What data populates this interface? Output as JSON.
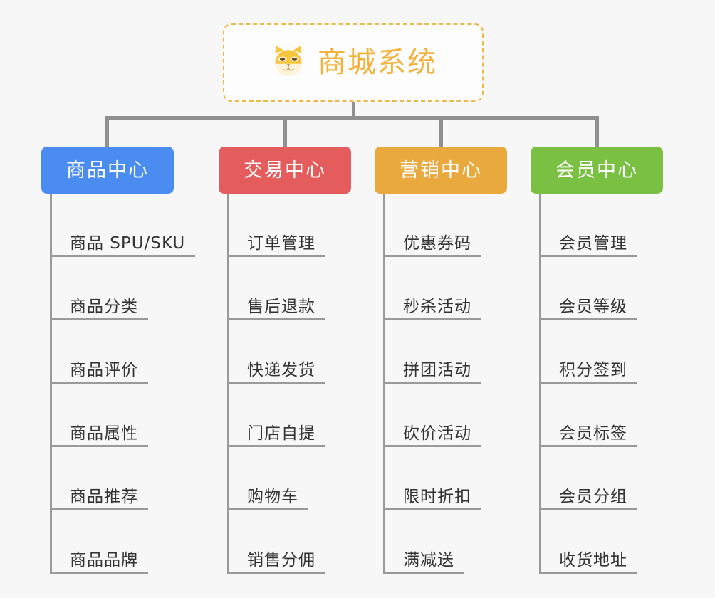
{
  "diagram": {
    "type": "mindmap-tree",
    "background_color": "#f7f7f7",
    "connector_color": "#909090",
    "root": {
      "title": "商城系统",
      "icon": "shiba-dog-face-icon",
      "text_color": "#f2b33d",
      "border_color": "#f0b849",
      "background_color": "#fdfdfd"
    },
    "branches": [
      {
        "label": "商品中心",
        "color": "#4a8cf0",
        "items": [
          "商品 SPU/SKU",
          "商品分类",
          "商品评价",
          "商品属性",
          "商品推荐",
          "商品品牌"
        ]
      },
      {
        "label": "交易中心",
        "color": "#e45c5c",
        "items": [
          "订单管理",
          "售后退款",
          "快递发货",
          "门店自提",
          "购物车",
          "销售分佣"
        ]
      },
      {
        "label": "营销中心",
        "color": "#eaa93d",
        "items": [
          "优惠券码",
          "秒杀活动",
          "拼团活动",
          "砍价活动",
          "限时折扣",
          "满减送"
        ]
      },
      {
        "label": "会员中心",
        "color": "#7ac143",
        "items": [
          "会员管理",
          "会员等级",
          "积分签到",
          "会员标签",
          "会员分组",
          "收货地址"
        ]
      }
    ]
  }
}
